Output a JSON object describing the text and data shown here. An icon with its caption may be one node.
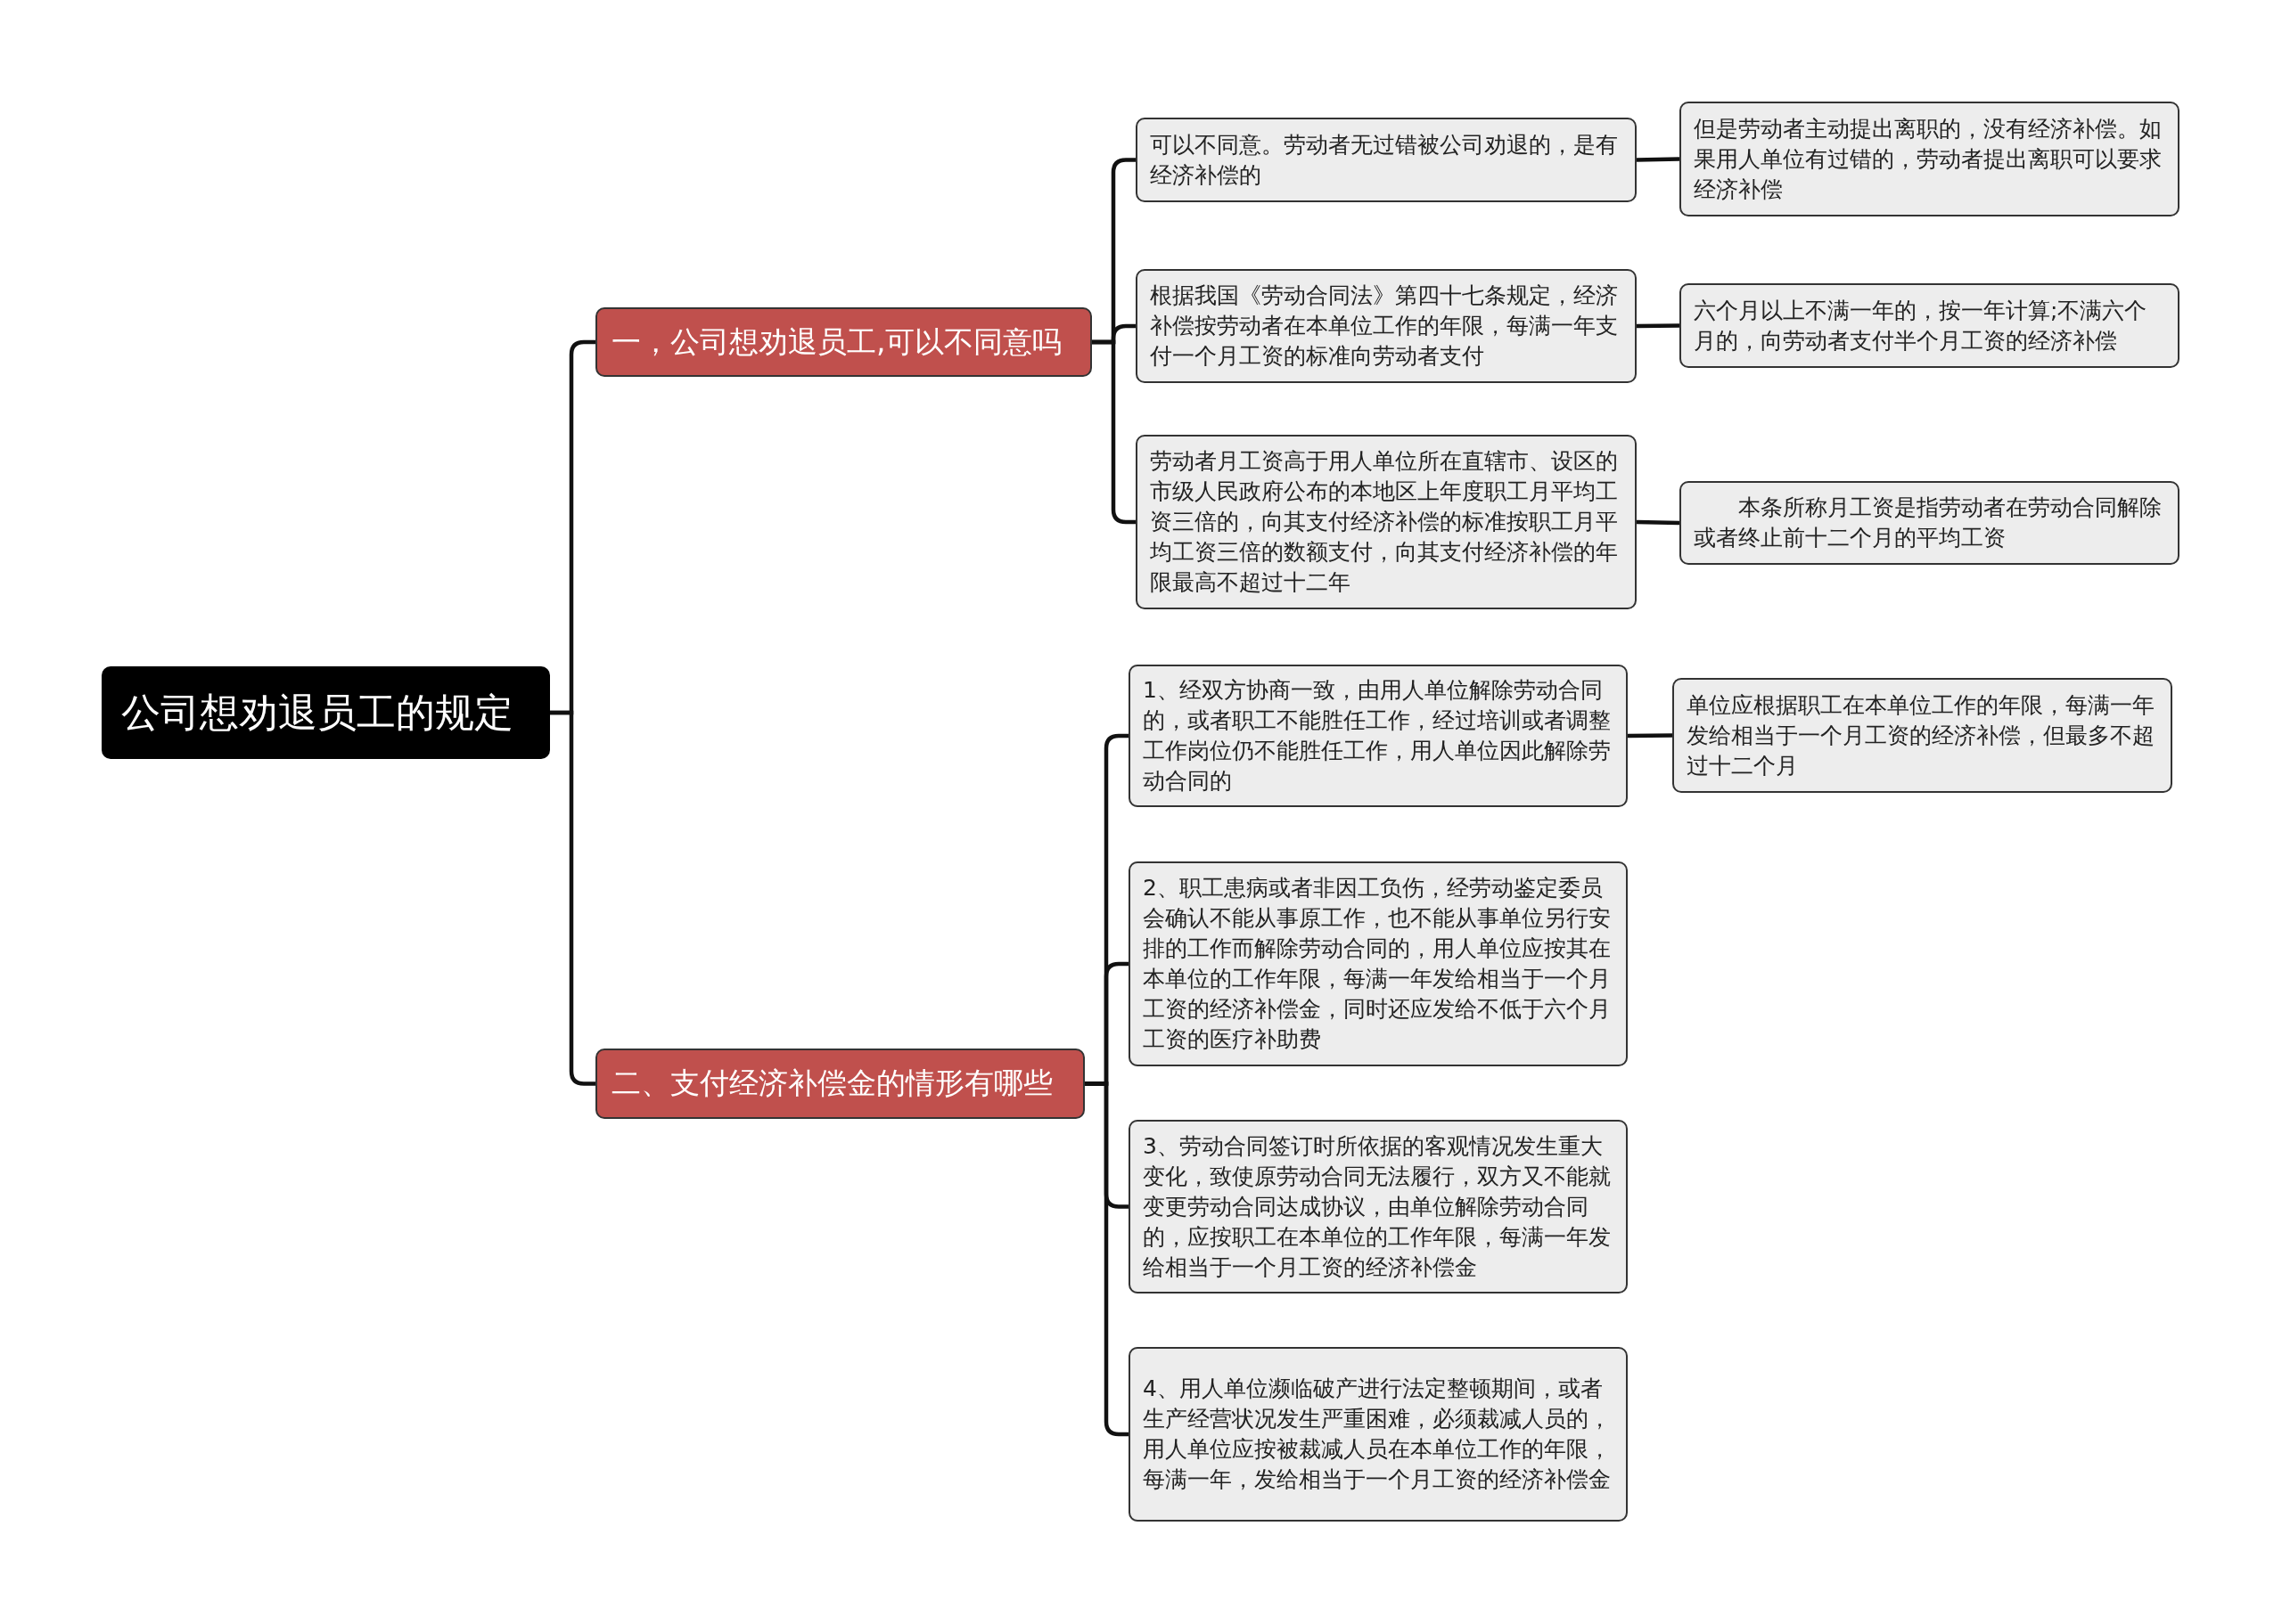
{
  "diagram": {
    "nodes": [
      {
        "text": [
          "公司想劝退员工的规定"
        ]
      },
      {
        "text": [
          "一，公司想劝退员工,可以不同意吗"
        ]
      },
      {
        "text": [
          "可以不同意。劳动者无过错被公司劝退的，是有经济补偿的"
        ]
      },
      {
        "text": [
          "但是劳动者主动提出离职的，没有经济补偿。如果用人单位有过错的，劳动者提出离职可以要求经济补偿"
        ]
      },
      {
        "text": [
          "根据我国《劳动合同法》第四十七条规定，经济补偿按劳动者在本单位工作的年限，每满一年支付一个月工资的标准向劳动者支付"
        ]
      },
      {
        "text": [
          "六个月以上不满一年的，按一年计算;不满六个月的，向劳动者支付半个月工资的经济补偿"
        ]
      },
      {
        "text": [
          "劳动者月工资高于用人单位所在直辖市、设区的市级人民政府公布的本地区上年度职工月平均工资三倍的，向其支付经济补偿的标准按职工月平均工资三倍的数额支付，向其支付经济补偿的年限最高不超过十二年"
        ]
      },
      {
        "text": [
          "本条所称月工资是指劳动者在劳动合同解除或者终止前十二个月的平均工资"
        ]
      },
      {
        "text": [
          "二、支付经济补偿金的情形有哪些"
        ]
      },
      {
        "text": [
          "1、经双方协商一致，由用人单位解除劳动合同的，或者职工不能胜任工作，经过培训或者调整工作岗位仍不能胜任工作，用人单位因此解除劳动合同的"
        ]
      },
      {
        "text": [
          "单位应根据职工在本单位工作的年限，每满一年发给相当于一个月工资的经济补偿，但最多不超过十二个月"
        ]
      },
      {
        "text": [
          "2、职工患病或者非因工负伤，经劳动鉴定委员会确认不能从事原工作，也不能从事单位另行安排的工作而解除劳动合同的，用人单位应按其在本单位的工作年限，每满一年发给相当于一个月工资的经济补偿金，同时还应发给不低于六个月工资的医疗补助费"
        ]
      },
      {
        "text": [
          "3、劳动合同签订时所依据的客观情况发生重大变化，致使原劳动合同无法履行，双方又不能就变更劳动合同达成协议，由单位解除劳动合同的，应按职工在本单位的工作年限，每满一年发给相当于一个月工资的经济补偿金"
        ]
      },
      {
        "text": [
          "4、用人单位濒临破产进行法定整顿期间，或者生产经营状况发生严重困难，必须裁减人员的，用人单位应按被裁减人员在本单位工作的年限，每满一年，发给相当于一个月工资的经济补偿金"
        ]
      }
    ],
    "edges": [
      {
        "from": 0,
        "to": 1,
        "arrow": "none"
      },
      {
        "from": 1,
        "to": 2,
        "arrow": "none"
      },
      {
        "from": 2,
        "to": 3,
        "arrow": "none"
      },
      {
        "from": 1,
        "to": 4,
        "arrow": "none"
      },
      {
        "from": 4,
        "to": 5,
        "arrow": "none"
      },
      {
        "from": 1,
        "to": 6,
        "arrow": "none"
      },
      {
        "from": 6,
        "to": 7,
        "arrow": "none"
      },
      {
        "from": 0,
        "to": 8,
        "arrow": "none"
      },
      {
        "from": 8,
        "to": 9,
        "arrow": "none"
      },
      {
        "from": 9,
        "to": 10,
        "arrow": "none"
      },
      {
        "from": 8,
        "to": 11,
        "arrow": "none"
      },
      {
        "from": 8,
        "to": 12,
        "arrow": "none"
      },
      {
        "from": 8,
        "to": 13,
        "arrow": "none"
      }
    ]
  }
}
